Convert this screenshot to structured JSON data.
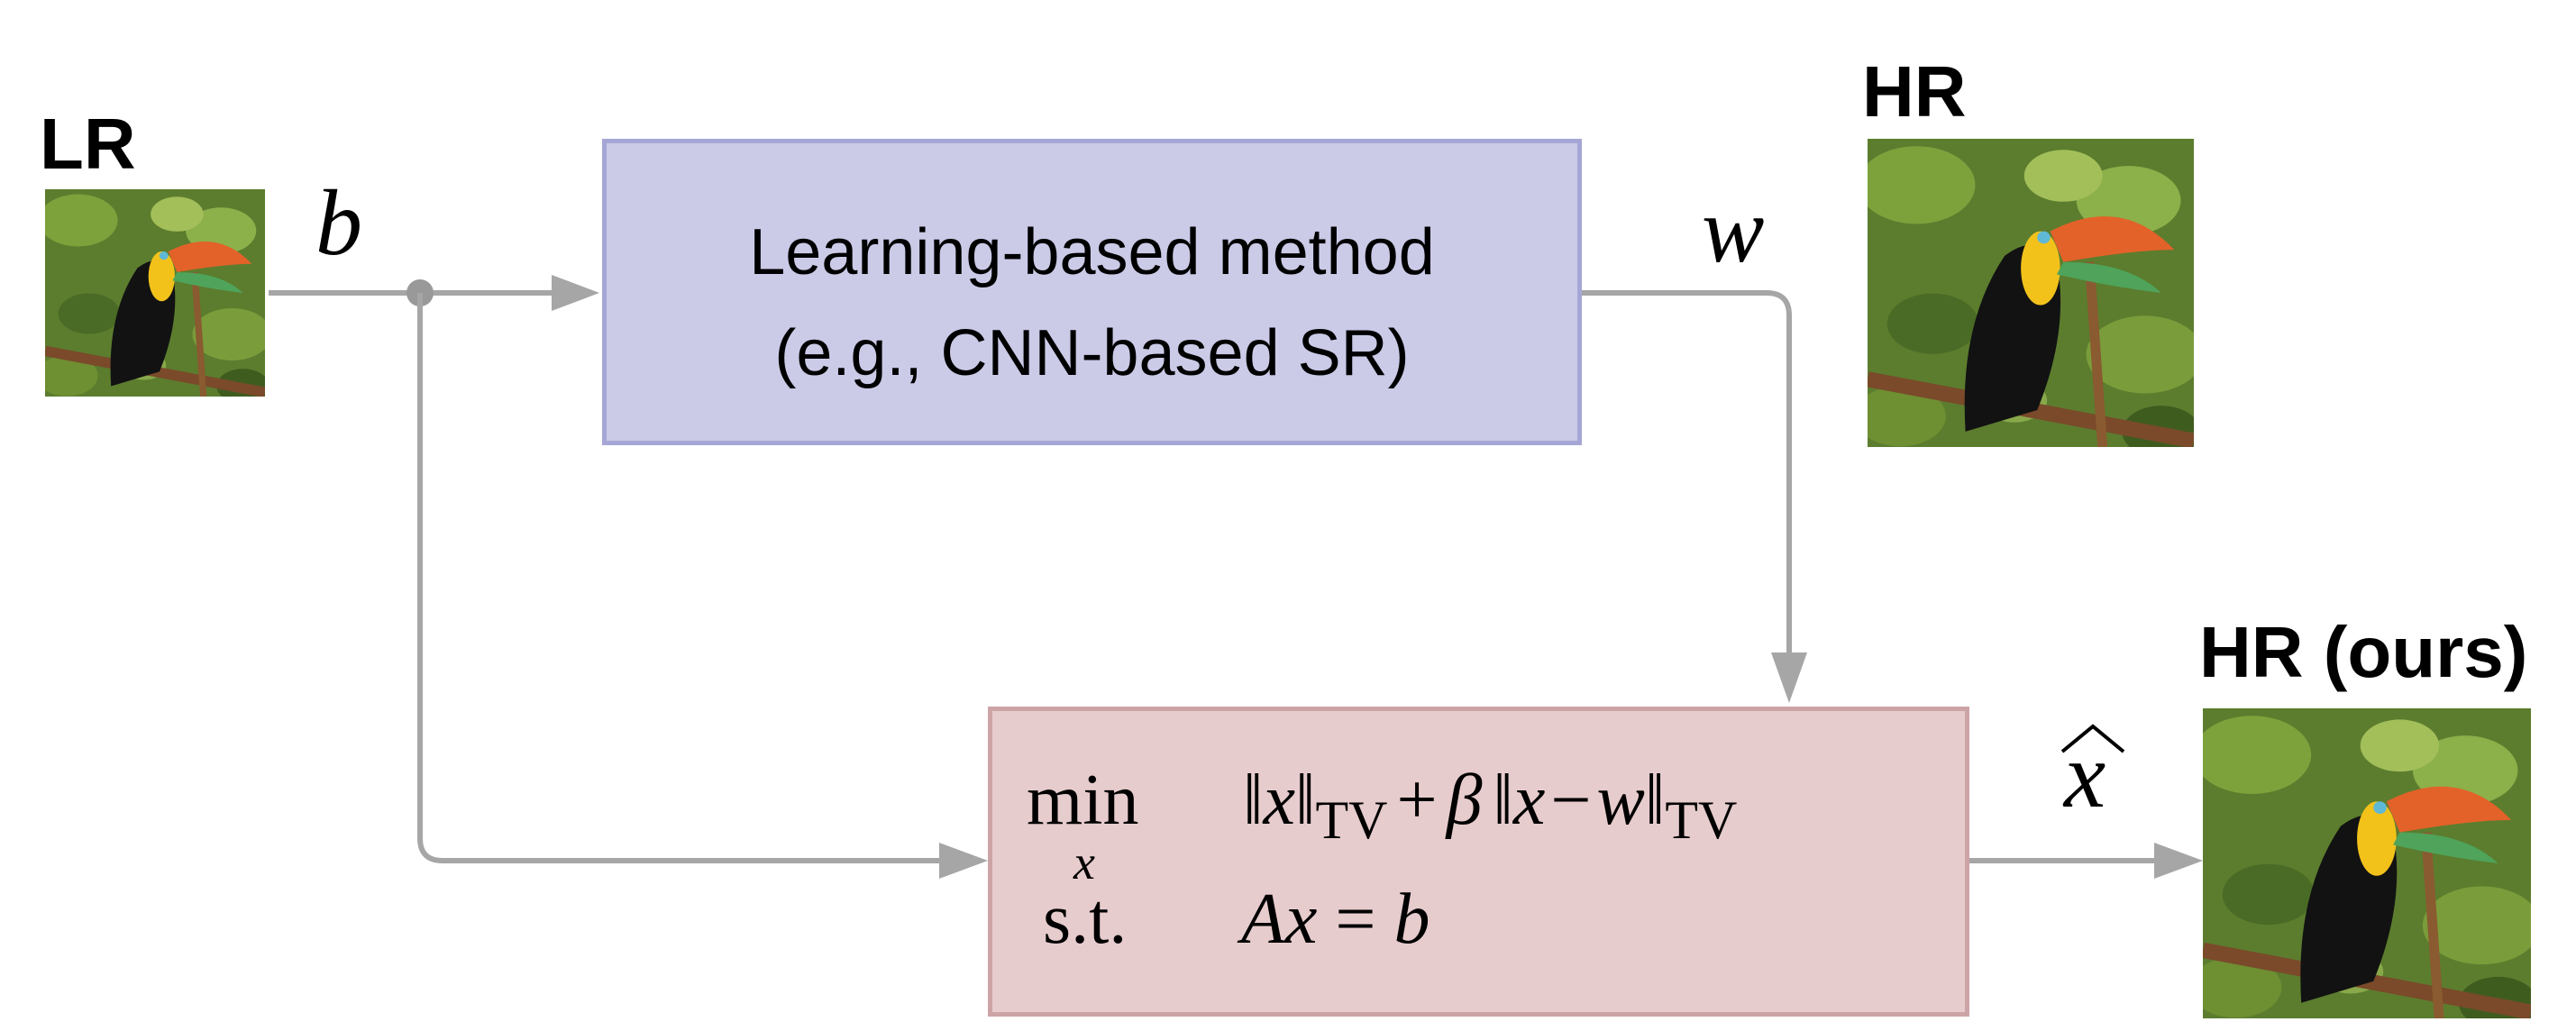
{
  "labels": {
    "lr": "LR",
    "hr": "HR",
    "hr_ours": "HR (ours)"
  },
  "variables": {
    "b": "b",
    "w": "w",
    "x_hat": "x"
  },
  "learning_box": {
    "line1": "Learning-based method",
    "line2": "(e.g., CNN-based SR)"
  },
  "optimization_box": {
    "min": "min",
    "min_sub": "x",
    "st": "s.t.",
    "objective": {
      "norm_open1": "‖",
      "x": "x",
      "norm_close1": "‖",
      "sub1": "TV",
      "plus": "+",
      "beta": "β",
      "norm_open2": "‖",
      "x2": "x",
      "minus": "−",
      "w": "w",
      "norm_close2": "‖",
      "sub2": "TV"
    },
    "constraint": {
      "A": "A",
      "x": "x",
      "eq": "=",
      "b": "b"
    }
  },
  "colors": {
    "learning_fill": "#cbcbe8",
    "learning_border": "#a6a6d6",
    "opt_fill": "#e7cccd",
    "opt_border": "#cda4a6",
    "arrow": "#a6a6a6"
  },
  "images": {
    "subject": "toucan-photo"
  }
}
